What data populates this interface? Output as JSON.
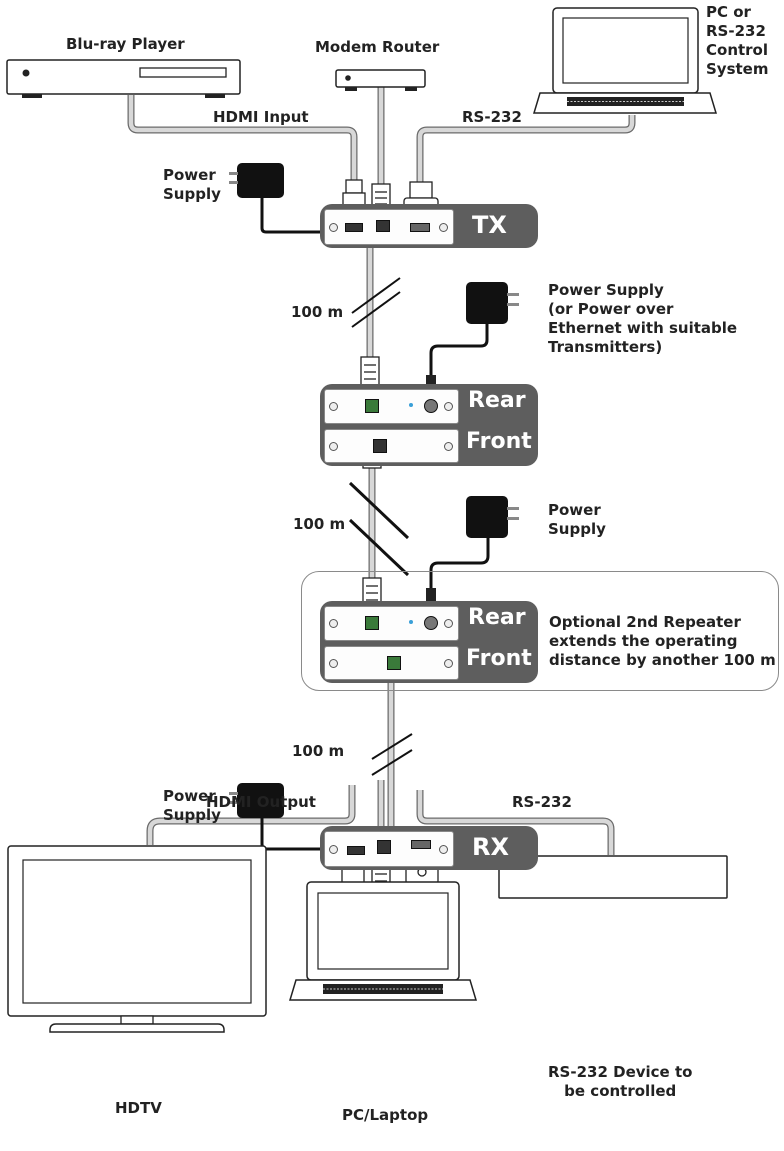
{
  "labels": {
    "bluray": "Blu-ray Player",
    "modem": "Modem Router",
    "pc_control": "PC or\nRS-232\nControl\nSystem",
    "hdmi_input": "HDMI Input",
    "rs232_top": "RS-232",
    "power_supply_tx": "Power\nSupply",
    "distance_1": "100 m",
    "power_supply_rep1": "Power Supply\n(or Power over\nEthernet with suitable\nTransmitters)",
    "distance_2": "100 m",
    "power_supply_rep2": "Power\nSupply",
    "optional_note": "Optional 2nd Repeater\nextends the operating\ndistance by another 100 m",
    "distance_3": "100 m",
    "power_supply_rx": "Power\nSupply",
    "hdmi_output": "HDMI Output",
    "rs232_bottom": "RS-232",
    "hdtv": "HDTV",
    "pc_laptop": "PC/Laptop",
    "rs232_device": "RS-232 Device to\nbe controlled"
  },
  "units": {
    "tx": "TX",
    "rx": "RX",
    "rear": "Rear",
    "front": "Front"
  },
  "colors": {
    "unit_body": "#5e5e5e",
    "cable_gray": "#c8c8c8",
    "led": "#3aa0d8"
  }
}
